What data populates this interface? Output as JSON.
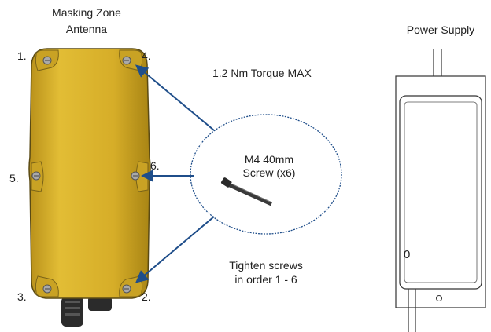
{
  "antenna": {
    "title_line1": "Masking Zone",
    "title_line2": "Antenna",
    "screw_labels": [
      "1.",
      "4.",
      "5.",
      "6.",
      "3.",
      "2."
    ]
  },
  "torque_note": "1.2 Nm Torque MAX",
  "screw_callout": {
    "line1": "M4 40mm",
    "line2": "Screw (x6)"
  },
  "instructions": {
    "line1": "Tighten screws",
    "line2": "in order 1 - 6"
  },
  "power_supply": {
    "title": "Power Supply",
    "switch_mark": "0"
  },
  "colors": {
    "antenna_body": "#d9b028",
    "antenna_outline": "#5a4a14",
    "arrow": "#1f4e8a",
    "line": "#333333"
  }
}
